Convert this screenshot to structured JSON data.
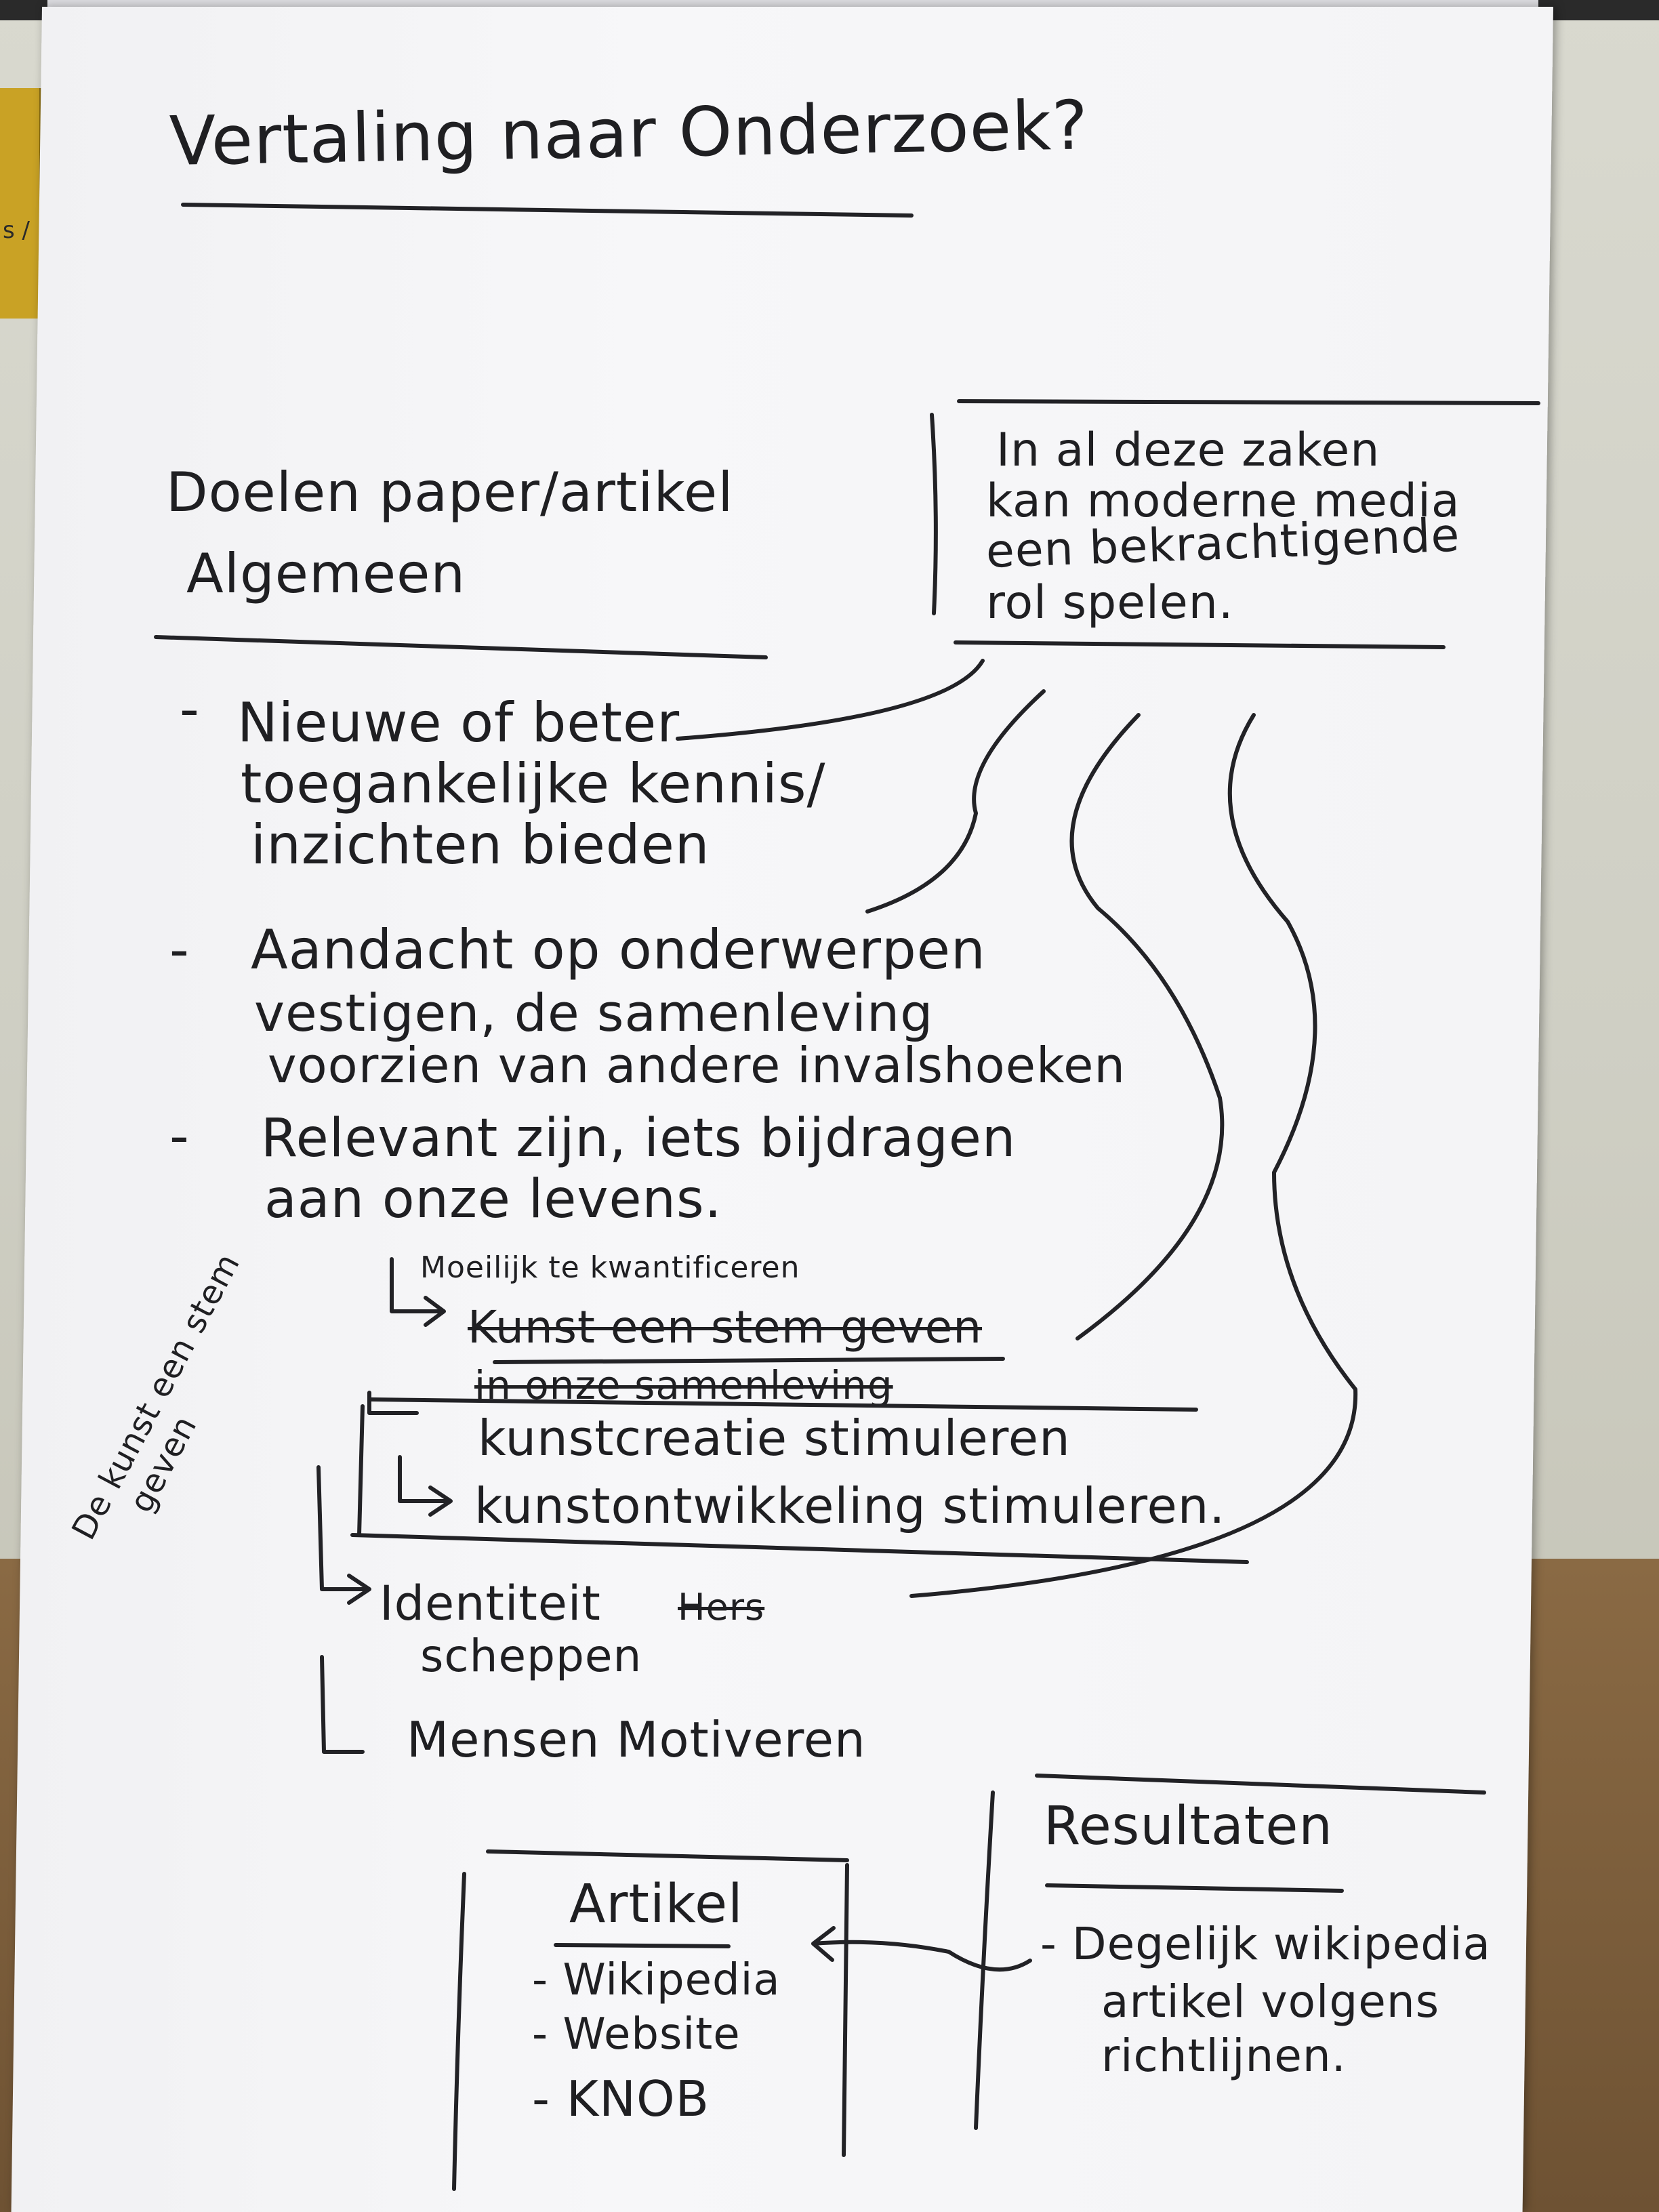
{
  "sign": {
    "fragment": "s /"
  },
  "notes": {
    "title": "Vertaling naar Onderzoek?",
    "goals_heading": [
      "Doelen paper/artikel",
      "Algemeen"
    ],
    "media_box": [
      "In al deze zaken",
      "kan moderne media",
      "een bekrachtigende",
      "rol spelen."
    ],
    "bullets": [
      {
        "dash": "-",
        "text": [
          "Nieuwe of beter",
          "toegankelijke kennis/",
          "inzichten bieden"
        ]
      },
      {
        "dash": "-",
        "text": [
          "Aandacht op onderwerpen",
          "vestigen, de samenleving",
          "voorzien van andere invalshoeken"
        ]
      },
      {
        "dash": "-",
        "text": [
          "Relevant zijn, iets bijdragen",
          "aan onze levens."
        ]
      }
    ],
    "sub_items": {
      "quantify": "Moeilijk te kwantificeren",
      "struck_1": "Kunst een stem geven",
      "struck_2": "in onze samenleving",
      "art_creation": "kunstcreatie stimuleren",
      "art_development": "kunstontwikkeling stimuleren.",
      "identity": "Identiteit",
      "identity_struck": "Hers",
      "identity_2": "scheppen",
      "motivate": "Mensen Motiveren"
    },
    "side_note": [
      "De kunst een stem",
      "geven"
    ],
    "article_box": {
      "title": "Artikel",
      "items": [
        "- Wikipedia",
        "- Website",
        "- KNOB"
      ]
    },
    "results": {
      "title": "Resultaten",
      "text": [
        "- Degelijk wikipedia",
        "artikel volgens",
        "richtlijnen."
      ]
    }
  }
}
